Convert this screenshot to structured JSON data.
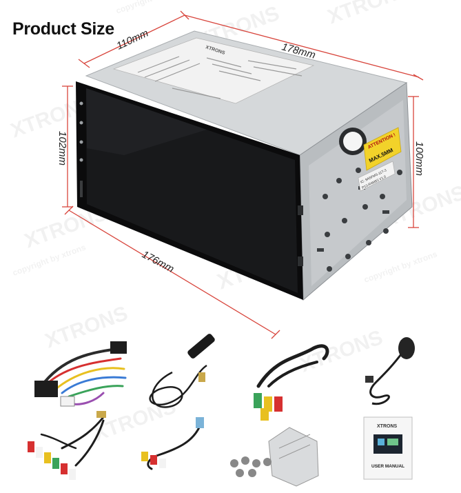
{
  "header": {
    "title": "Product Size"
  },
  "dimensions": {
    "depth_top": "110mm",
    "length_top": "178mm",
    "height_left": "102mm",
    "height_right": "100mm",
    "width_bottom": "176mm"
  },
  "unit_labels": {
    "brand": "XTRONS",
    "warning_line1": "ATTENTION !",
    "warning_line2": "MAX.5MM",
    "code_line1": "IC: 9A5FMS-11T-3",
    "code_line2": "P13-R4M83 V1.0"
  },
  "watermark": {
    "brand": "XTRONS",
    "copyright": "copyright by xtrons"
  },
  "accessories": [
    {
      "name": "Wiring harness"
    },
    {
      "name": "GPS antenna"
    },
    {
      "name": "RCA output cable"
    },
    {
      "name": "External microphone"
    },
    {
      "name": "RCA input cable"
    },
    {
      "name": "USB cable"
    },
    {
      "name": "Mounting screws and brackets"
    },
    {
      "name": "User manual",
      "brand": "XTRONS",
      "label": "USER MANUAL"
    }
  ],
  "colors": {
    "background": "#ffffff",
    "chassis": "#c9ccce",
    "chassis_dark": "#9ea2a6",
    "screen": "#18191b",
    "bezel": "#0b0b0c",
    "warning_yellow": "#f2d22a",
    "dimension_line": "#d8453c"
  }
}
